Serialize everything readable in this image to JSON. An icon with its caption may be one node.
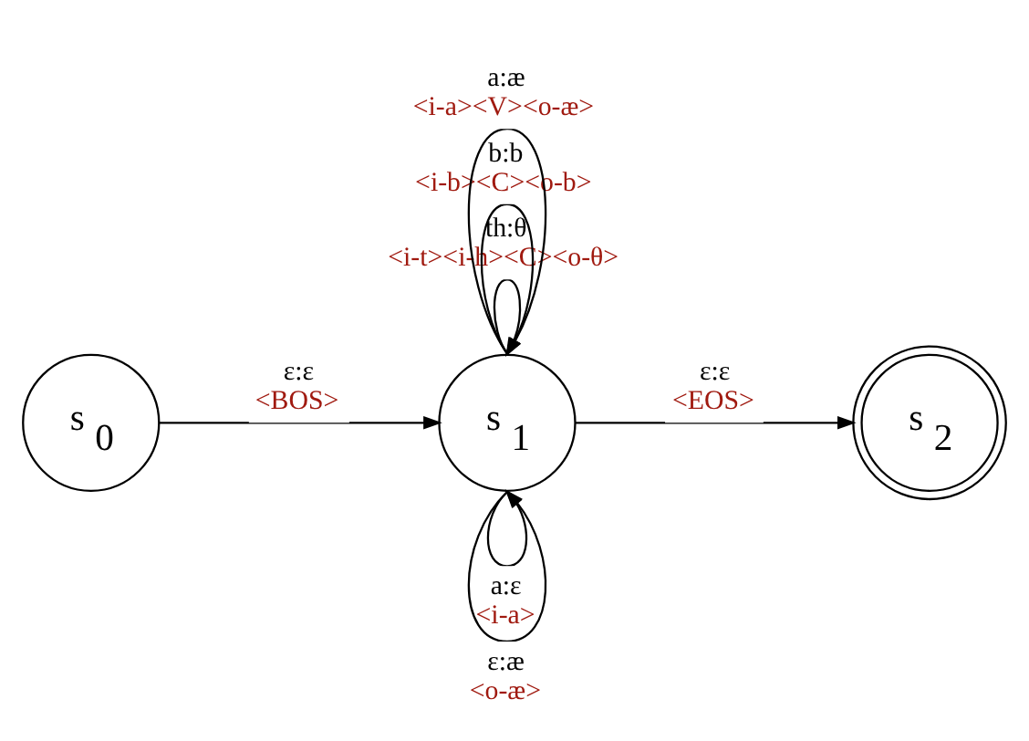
{
  "diagram": {
    "nodes": [
      {
        "text": [
          "s$_{0}$"
        ]
      },
      {
        "text": [
          "s$_{1}$"
        ]
      },
      {
        "text": [
          "s$_{2}$"
        ]
      }
    ],
    "edges": [
      {
        "from": 0,
        "to": 1,
        "arrow": "to",
        "label": "ε:ε <BOS>"
      },
      {
        "from": 1,
        "to": 2,
        "arrow": "to",
        "label": "ε:ε <EOS>"
      },
      {
        "from": 1,
        "to": 1,
        "arrow": "to",
        "label": "th:θ <i-t><i-h><C><o-θ>"
      },
      {
        "from": 1,
        "to": 1,
        "arrow": "to",
        "label": "b:b <i-b><C><o-b>"
      },
      {
        "from": 1,
        "to": 1,
        "arrow": "to",
        "label": "a:æ <i-a><V><o-æ>"
      },
      {
        "from": 1,
        "to": 1,
        "arrow": "to",
        "label": "a:ɛ <i-a>"
      },
      {
        "from": 1,
        "to": 1,
        "arrow": "to",
        "label": "ε:æ <o-æ>"
      }
    ]
  }
}
